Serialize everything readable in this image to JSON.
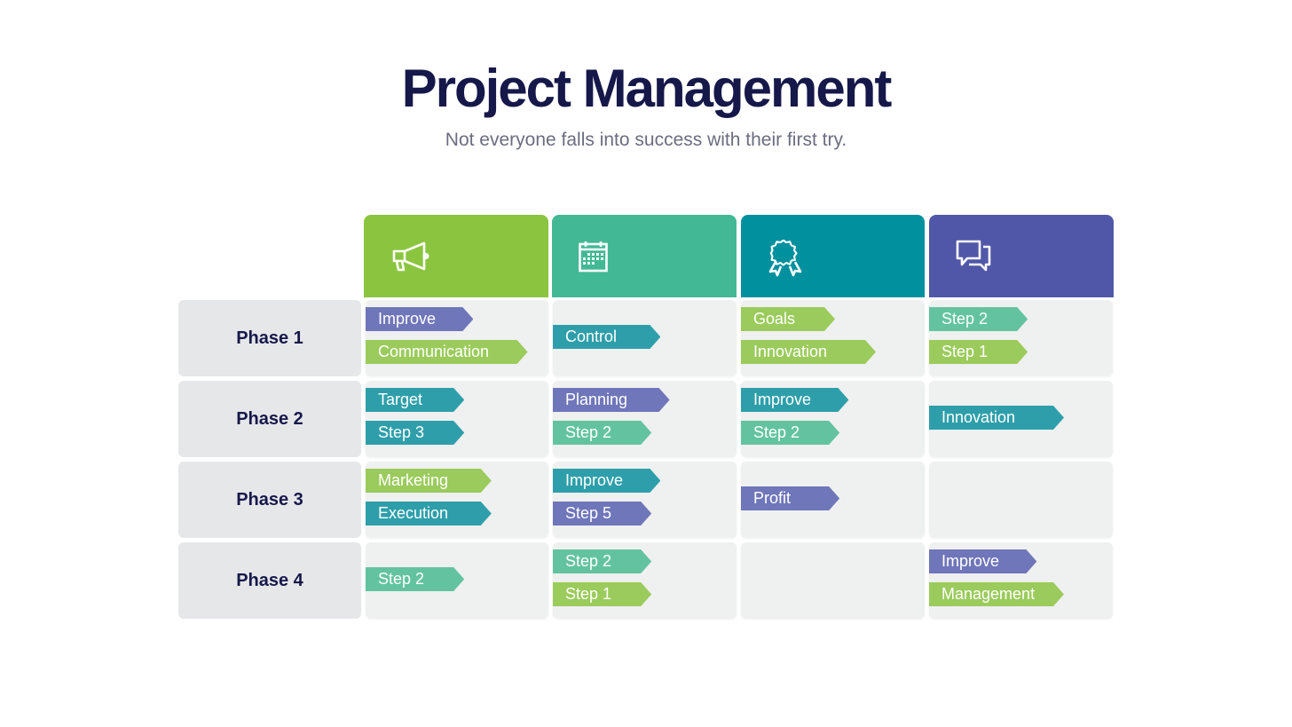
{
  "header": {
    "title": "Project Management",
    "subtitle": "Not everyone falls into success with their first try."
  },
  "colors": {
    "title": "#16184a",
    "subtitle": "#6b6d80",
    "purple": "#6f76b9",
    "lime": "#9bcb5c",
    "teal": "#2e9faa",
    "mint": "#63c3a1",
    "phase_bg": "#e6e7e9",
    "cell_bg": "#eff0f0"
  },
  "columns": [
    {
      "icon": "megaphone-icon",
      "color": "#8bc540"
    },
    {
      "icon": "calendar-icon",
      "color": "#42b994"
    },
    {
      "icon": "award-ribbon-icon",
      "color": "#00909e"
    },
    {
      "icon": "chat-bubbles-icon",
      "color": "#5157a8"
    }
  ],
  "phases": [
    {
      "label": "Phase 1",
      "cells": [
        [
          {
            "text": "Improve",
            "color": "purple"
          },
          {
            "text": "Communication",
            "color": "lime"
          }
        ],
        [
          {
            "text": "Control",
            "color": "teal"
          }
        ],
        [
          {
            "text": "Goals",
            "color": "lime"
          },
          {
            "text": "Innovation",
            "color": "lime"
          }
        ],
        [
          {
            "text": "Step 2",
            "color": "mint"
          },
          {
            "text": "Step 1",
            "color": "lime"
          }
        ]
      ]
    },
    {
      "label": "Phase 2",
      "cells": [
        [
          {
            "text": "Target",
            "color": "teal"
          },
          {
            "text": "Step 3",
            "color": "teal"
          }
        ],
        [
          {
            "text": "Planning",
            "color": "purple"
          },
          {
            "text": "Step 2",
            "color": "mint"
          }
        ],
        [
          {
            "text": "Improve",
            "color": "teal"
          },
          {
            "text": "Step 2",
            "color": "mint"
          }
        ],
        [
          {
            "text": "Innovation",
            "color": "teal"
          }
        ]
      ]
    },
    {
      "label": "Phase 3",
      "cells": [
        [
          {
            "text": "Marketing",
            "color": "lime"
          },
          {
            "text": "Execution",
            "color": "teal"
          }
        ],
        [
          {
            "text": "Improve",
            "color": "teal"
          },
          {
            "text": "Step 5",
            "color": "purple"
          }
        ],
        [
          {
            "text": "Profit",
            "color": "purple"
          }
        ],
        []
      ]
    },
    {
      "label": "Phase 4",
      "cells": [
        [
          {
            "text": "Step 2",
            "color": "mint"
          }
        ],
        [
          {
            "text": "Step 2",
            "color": "mint"
          },
          {
            "text": "Step 1",
            "color": "lime"
          }
        ],
        [],
        [
          {
            "text": "Improve",
            "color": "purple"
          },
          {
            "text": "Management",
            "color": "lime"
          }
        ]
      ]
    }
  ]
}
